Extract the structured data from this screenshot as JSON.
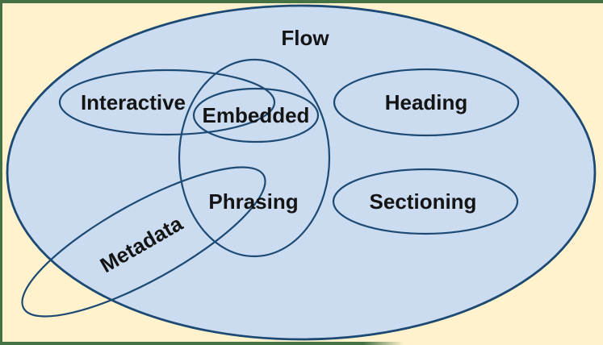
{
  "colors": {
    "background": "#fff2cc",
    "frame-green": "#457245",
    "set-fill": "#ccdcf0",
    "set-stroke": "#1c4a74",
    "label": "#141414"
  },
  "diagram": {
    "type": "venn",
    "sets": [
      {
        "id": "flow",
        "label": "Flow"
      },
      {
        "id": "interactive",
        "label": "Interactive"
      },
      {
        "id": "embedded",
        "label": "Embedded"
      },
      {
        "id": "heading",
        "label": "Heading"
      },
      {
        "id": "phrasing",
        "label": "Phrasing"
      },
      {
        "id": "sectioning",
        "label": "Sectioning"
      },
      {
        "id": "metadata",
        "label": "Metadata"
      }
    ]
  }
}
